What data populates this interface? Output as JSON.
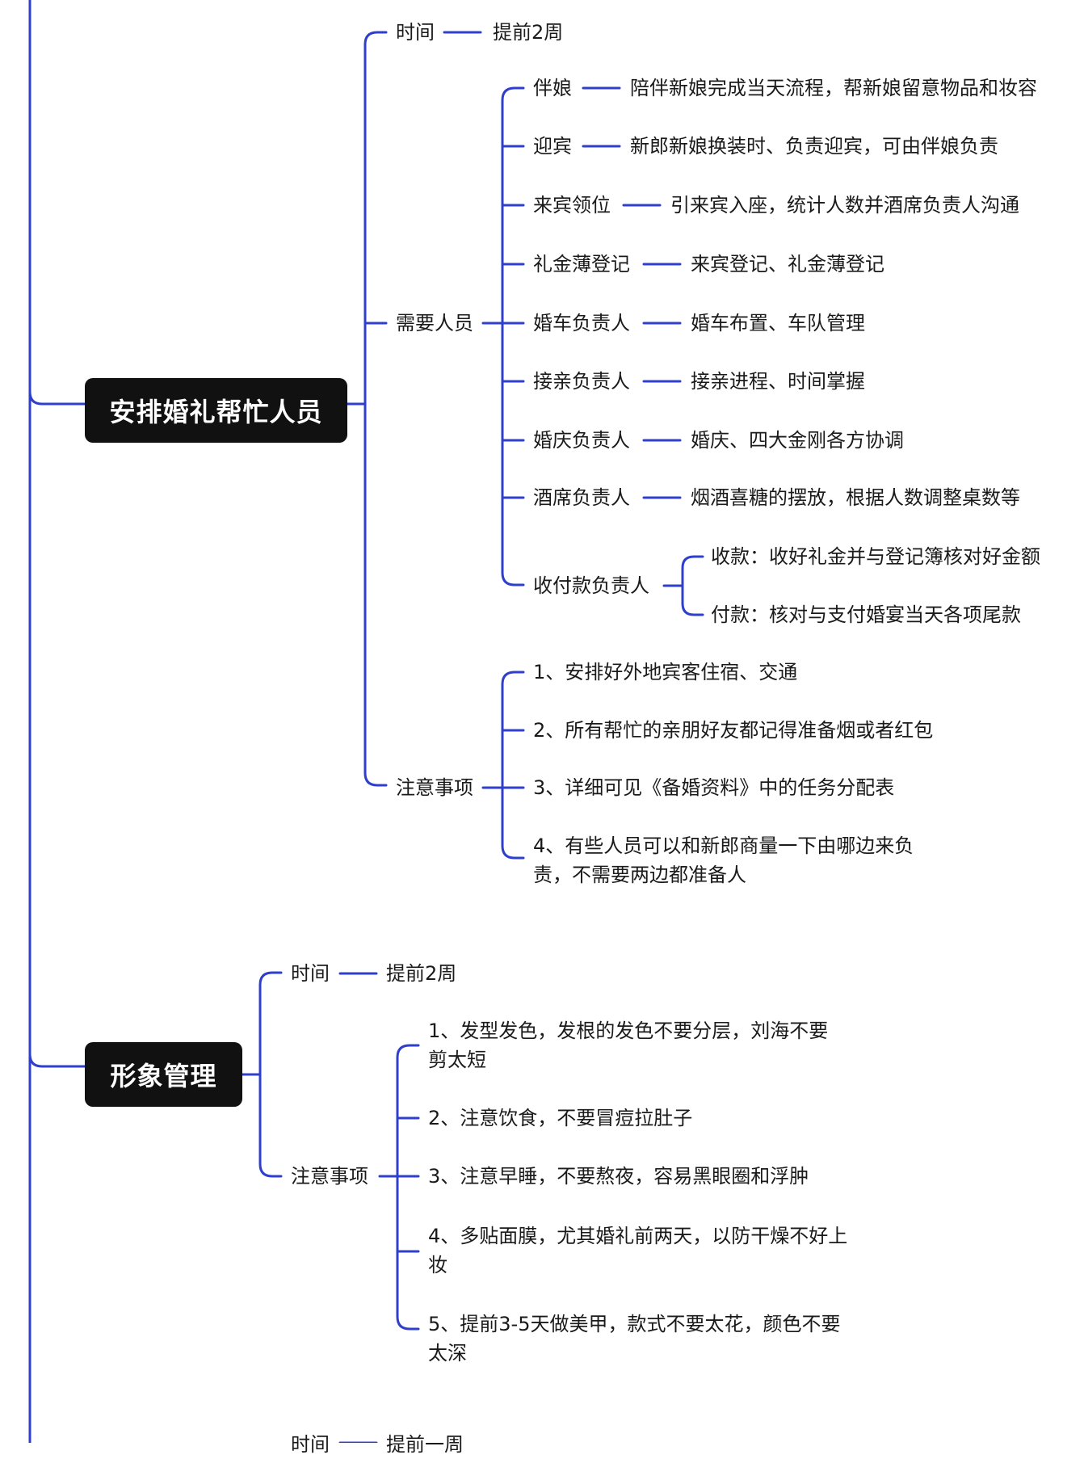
{
  "diagram": {
    "line_color": "#2f3fcb",
    "node_color": "#111111",
    "section1": {
      "title": "安排婚礼帮忙人员",
      "time_label": "时间",
      "time_value": "提前2周",
      "people_label": "需要人员",
      "people": [
        {
          "role": "伴娘",
          "duty": "陪伴新娘完成当天流程，帮新娘留意物品和妆容"
        },
        {
          "role": "迎宾",
          "duty": "新郎新娘换装时、负责迎宾，可由伴娘负责"
        },
        {
          "role": "来宾领位",
          "duty": "引来宾入座，统计人数并酒席负责人沟通"
        },
        {
          "role": "礼金薄登记",
          "duty": "来宾登记、礼金薄登记"
        },
        {
          "role": "婚车负责人",
          "duty": "婚车布置、车队管理"
        },
        {
          "role": "接亲负责人",
          "duty": "接亲进程、时间掌握"
        },
        {
          "role": "婚庆负责人",
          "duty": "婚庆、四大金刚各方协调"
        },
        {
          "role": "酒席负责人",
          "duty": "烟酒喜糖的摆放，根据人数调整桌数等"
        }
      ],
      "payment_role": "收付款负责人",
      "payment_items": [
        "收款：收好礼金并与登记簿核对好金额",
        "付款：核对与支付婚宴当天各项尾款"
      ],
      "notes_label": "注意事项",
      "notes": [
        "1、安排好外地宾客住宿、交通",
        "2、所有帮忙的亲朋好友都记得准备烟或者红包",
        "3、详细可见《备婚资料》中的任务分配表",
        "4、有些人员可以和新郎商量一下由哪边来负责，不需要两边都准备人"
      ]
    },
    "section2": {
      "title": "形象管理",
      "time_label": "时间",
      "time_value": "提前2周",
      "notes_label": "注意事项",
      "notes": [
        "1、发型发色，发根的发色不要分层，刘海不要剪太短",
        "2、注意饮食，不要冒痘拉肚子",
        "3、注意早睡，不要熬夜，容易黑眼圈和浮肿",
        "4、多贴面膜，尤其婚礼前两天，以防干燥不好上妆",
        "5、提前3-5天做美甲，款式不要太花，颜色不要太深"
      ]
    },
    "section3": {
      "time_label": "时间",
      "time_value": "提前一周"
    }
  }
}
